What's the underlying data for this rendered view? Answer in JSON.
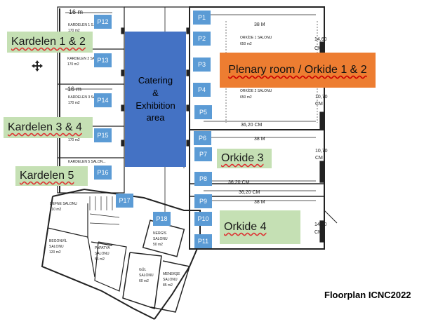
{
  "title": "Floorplan ICNC2022",
  "catering": {
    "line1": "Catering",
    "line2": "&",
    "line3": "Exhibition",
    "line4": "area"
  },
  "plenary": "Plenary room / Orkide 1 & 2",
  "green_labels": {
    "kardelen12": "Kardelen 1 & 2",
    "kardelen34": "Kardelen 3 & 4",
    "kardelen5": "Kardelen 5",
    "orkide3": "Orkide 3",
    "orkide4": "Orkide 4"
  },
  "posters": [
    "P1",
    "P2",
    "P3",
    "P4",
    "P5",
    "P6",
    "P7",
    "P8",
    "P9",
    "P10",
    "P11",
    "P12",
    "P13",
    "P14",
    "P15",
    "P16",
    "P17",
    "P18"
  ],
  "plan_text": {
    "dim_16m_a": "16 m",
    "dim_16m_b": "16 m",
    "dim_38m_a": "38 M",
    "dim_38m_b": "38 M",
    "dim_38m_c": "38 M",
    "dim_3620_a": "36,20 CM",
    "dim_3620_b": "36,20 CM",
    "dim_3620_c": "36,20 CM",
    "dim_1460_a": "14,60",
    "dim_1460_b": "14,60",
    "dim_1070_a": "10,70",
    "dim_1070_b": "10,70",
    "cm_a": "CM",
    "cm_b": "CM",
    "cm_c": "CM",
    "cm_d": "CM",
    "orkide1_name": "ORKİDE 1 SALONU",
    "orkide1_area": "650 m2",
    "orkide2_name": "ORKİDE 2 SALONU",
    "orkide2_area": "650 m2",
    "kardelen1_name": "KARDELEN 1 S...",
    "kardelen1_area": "170 m2",
    "kardelen2_name": "KARDELEN 2 SALO...",
    "kardelen2_area": "170 m2",
    "kardelen3_name": "KARDELEN 3 SALO...",
    "kardelen3_area": "170 m2",
    "kardelen4_area": "170 m2",
    "kardelen5_name": "KARDELEN 5 SALON...",
    "defne_name": "DEFNE SALONU",
    "defne_area": "110 m2",
    "begonvil_name": "BEGONVİL",
    "begonvil_s": "SALONU",
    "begonvil_area": "120 m2",
    "papatya_name": "PAPATYA",
    "papatya_s": "SALONU",
    "papatya_area": "55 m2",
    "nergis_name": "NERGİS",
    "nergis_s": "SALONU",
    "nergis_area": "50 m2",
    "gul_name": "GÜL",
    "gul_s": "SALONU",
    "gul_area": "60 m2",
    "menekse_name": "MENEKŞE",
    "menekse_s": "SALONU",
    "menekse_area": "85 m2"
  }
}
